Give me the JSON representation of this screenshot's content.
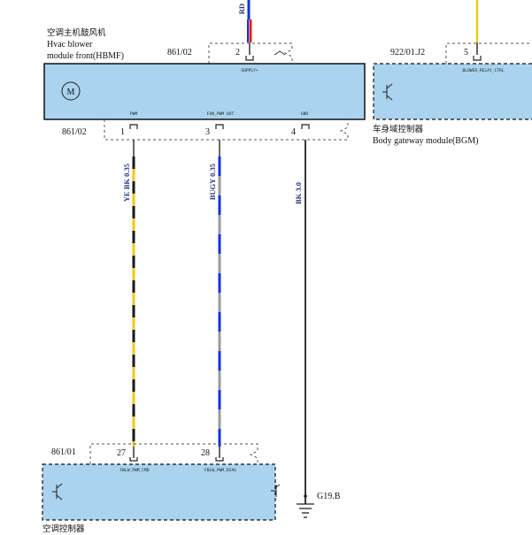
{
  "hbmf": {
    "name_cn": "空调主机鼓风机",
    "name_en1": "Hvac blower",
    "name_en2": "module front(HBMF)",
    "connector_top": "861/02",
    "connector_bottom": "861/02",
    "motor_symbol": "M",
    "pins": {
      "supply_num": "2",
      "supply_sig": "SUPPLY+",
      "pwm_num": "1",
      "pwm_sig": "PWM",
      "fan_num": "3",
      "fan_sig": "FAN_PWM OUT",
      "gnd_num": "4",
      "gnd_sig": "GND"
    }
  },
  "bgm": {
    "connector": "922/01.J2",
    "pin_num": "5",
    "pin_sig": "BLOWER_RELAY_CTRL",
    "name_cn": "车身域控制器",
    "name_en": "Body gateway module(BGM)"
  },
  "hvac_ctrl": {
    "connector": "861/01",
    "pin1_num": "27",
    "pin1_sig": "FBLW_PWM_CMD",
    "pin2_num": "28",
    "pin2_sig": "FBLW_PWM_DIAG",
    "name_cn": "空调控制器"
  },
  "wires": {
    "top_partial": "RD",
    "pwm": "YE BK 0.35",
    "fan": "BUGY 0.35",
    "gnd": "BK 3.0"
  },
  "ground": {
    "label": "G19.B"
  },
  "colors": {
    "module_fill": "#a9d3ee",
    "yellow": "#f2c81a",
    "black": "#1a1a1a",
    "blue": "#1530e0",
    "gray": "#9a9a9a",
    "red": "#e02020"
  }
}
